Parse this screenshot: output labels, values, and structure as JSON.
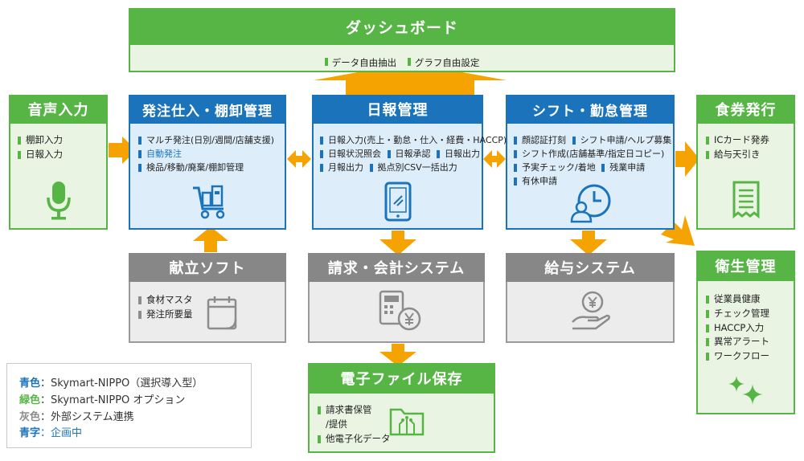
{
  "dashboard": {
    "title": "ダッシュボード",
    "items": [
      "データ自由抽出",
      "グラフ自由設定"
    ]
  },
  "voice": {
    "title": "音声入力",
    "items": [
      "棚卸入力",
      "日報入力"
    ],
    "icon": "microphone-icon"
  },
  "ordering": {
    "title": "発注仕入・棚卸管理",
    "items": [
      "マルチ発注(日別/週間/店舗支援)",
      "自動発注",
      "検品/移動/廃棄/棚卸管理"
    ],
    "icon": "shopping-cart-icon"
  },
  "daily_report": {
    "title": "日報管理",
    "items": [
      "日報入力(売上・勤怠・仕入・経費・HACCP)",
      "日報状況照会",
      "日報承認",
      "日報出力",
      "月報出力",
      "拠点別CSV一括出力"
    ],
    "icon": "tablet-icon"
  },
  "shift": {
    "title": "シフト・勤怠管理",
    "items": [
      "顔認証打刻",
      "シフト申請/ヘルプ募集",
      "シフト作成(店舗基準/指定日コピー)",
      "予実チェック/着地",
      "残業申請",
      "有休申請"
    ],
    "icon": "clock-user-icon"
  },
  "meal_ticket": {
    "title": "食券発行",
    "items": [
      "ICカード発券",
      "給与天引き"
    ],
    "icon": "receipt-icon"
  },
  "menu_software": {
    "title": "献立ソフト",
    "items": [
      "食材マスタ",
      "発注所要量"
    ],
    "icon": "calendar-icon"
  },
  "billing": {
    "title": "請求・会計システム",
    "icon": "calculator-yen-icon"
  },
  "payroll": {
    "title": "給与システム",
    "icon": "hand-yen-icon"
  },
  "hygiene": {
    "title": "衛生管理",
    "items": [
      "従業員健康",
      "チェック管理",
      "HACCP入力",
      "異常アラート",
      "ワークフロー"
    ],
    "icon": "sparkle-icon"
  },
  "e_file": {
    "title": "電子ファイル保存",
    "items": [
      "請求書保管",
      "/提供",
      "他電子化データ"
    ],
    "icon": "folder-circuit-icon"
  },
  "legend": [
    {
      "key": "青色",
      "sep": "：",
      "text": "Skymart-NIPPO（選択導入型）",
      "color": "#1b74bb"
    },
    {
      "key": "緑色",
      "sep": "：",
      "text": "Skymart-NIPPO オプション",
      "color": "#56b545"
    },
    {
      "key": "灰色",
      "sep": "：",
      "text": "外部システム連携",
      "color": "#8c8c8c"
    },
    {
      "key": "青字",
      "sep": "：",
      "text": "企画中",
      "color": "#1b74bb"
    }
  ],
  "colors": {
    "blue": "#1b74bb",
    "green": "#56b545",
    "gray": "#878787",
    "arrow": "#f5a300"
  }
}
